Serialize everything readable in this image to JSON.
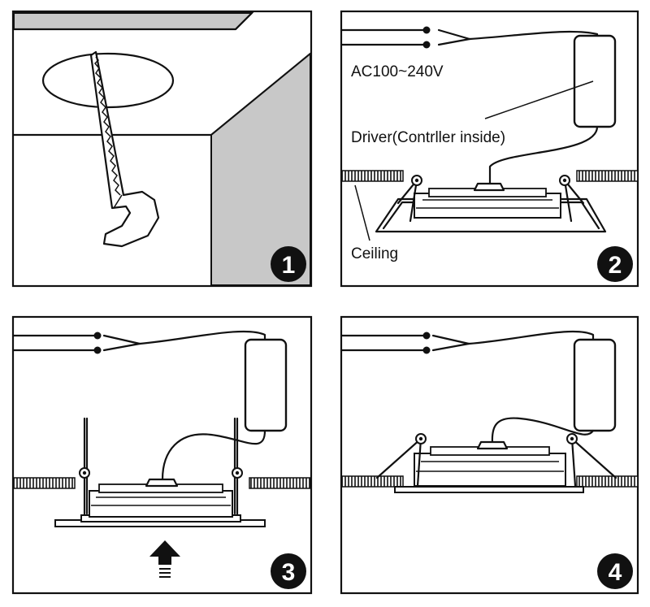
{
  "panels": [
    {
      "step": "1"
    },
    {
      "step": "2",
      "voltage_label": "AC100~240V",
      "driver_label": "Driver(Contrller inside)",
      "ceiling_label": "Ceiling"
    },
    {
      "step": "3"
    },
    {
      "step": "4"
    }
  ]
}
